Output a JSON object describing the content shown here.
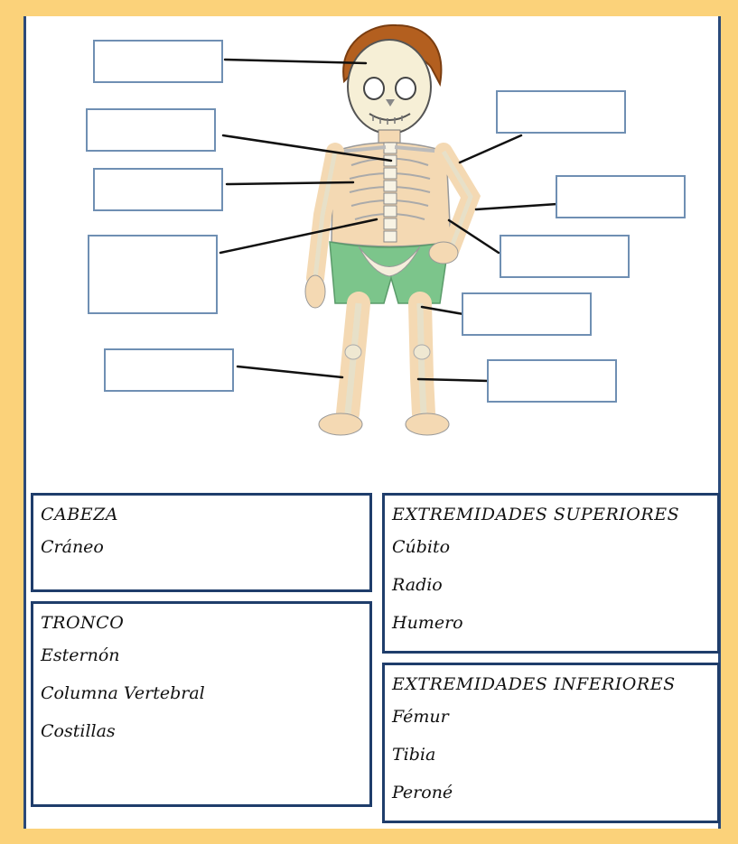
{
  "groups": {
    "cabeza": {
      "title": "CABEZA",
      "items": [
        "Cráneo"
      ]
    },
    "tronco": {
      "title": "TRONCO",
      "items": [
        "Esternón",
        "Columna Vertebral",
        "Costillas"
      ]
    },
    "superiores": {
      "title": "EXTREMIDADES SUPERIORES",
      "items": [
        "Cúbito",
        "Radio",
        "Humero"
      ]
    },
    "inferiores": {
      "title": "EXTREMIDADES INFERIORES",
      "items": [
        "Fémur",
        "Tibia",
        "Peroné"
      ]
    }
  },
  "colors": {
    "page_background": "#fbd27a",
    "frame": "#2b4a7a",
    "label_box_border": "#6f8fb3",
    "group_box_border": "#1f3d6b",
    "hair": "#b35f1f",
    "skin": "#f4d9b3",
    "shorts": "#7cc58b"
  },
  "icons": {
    "figure": "skeleton-child-illustration"
  }
}
